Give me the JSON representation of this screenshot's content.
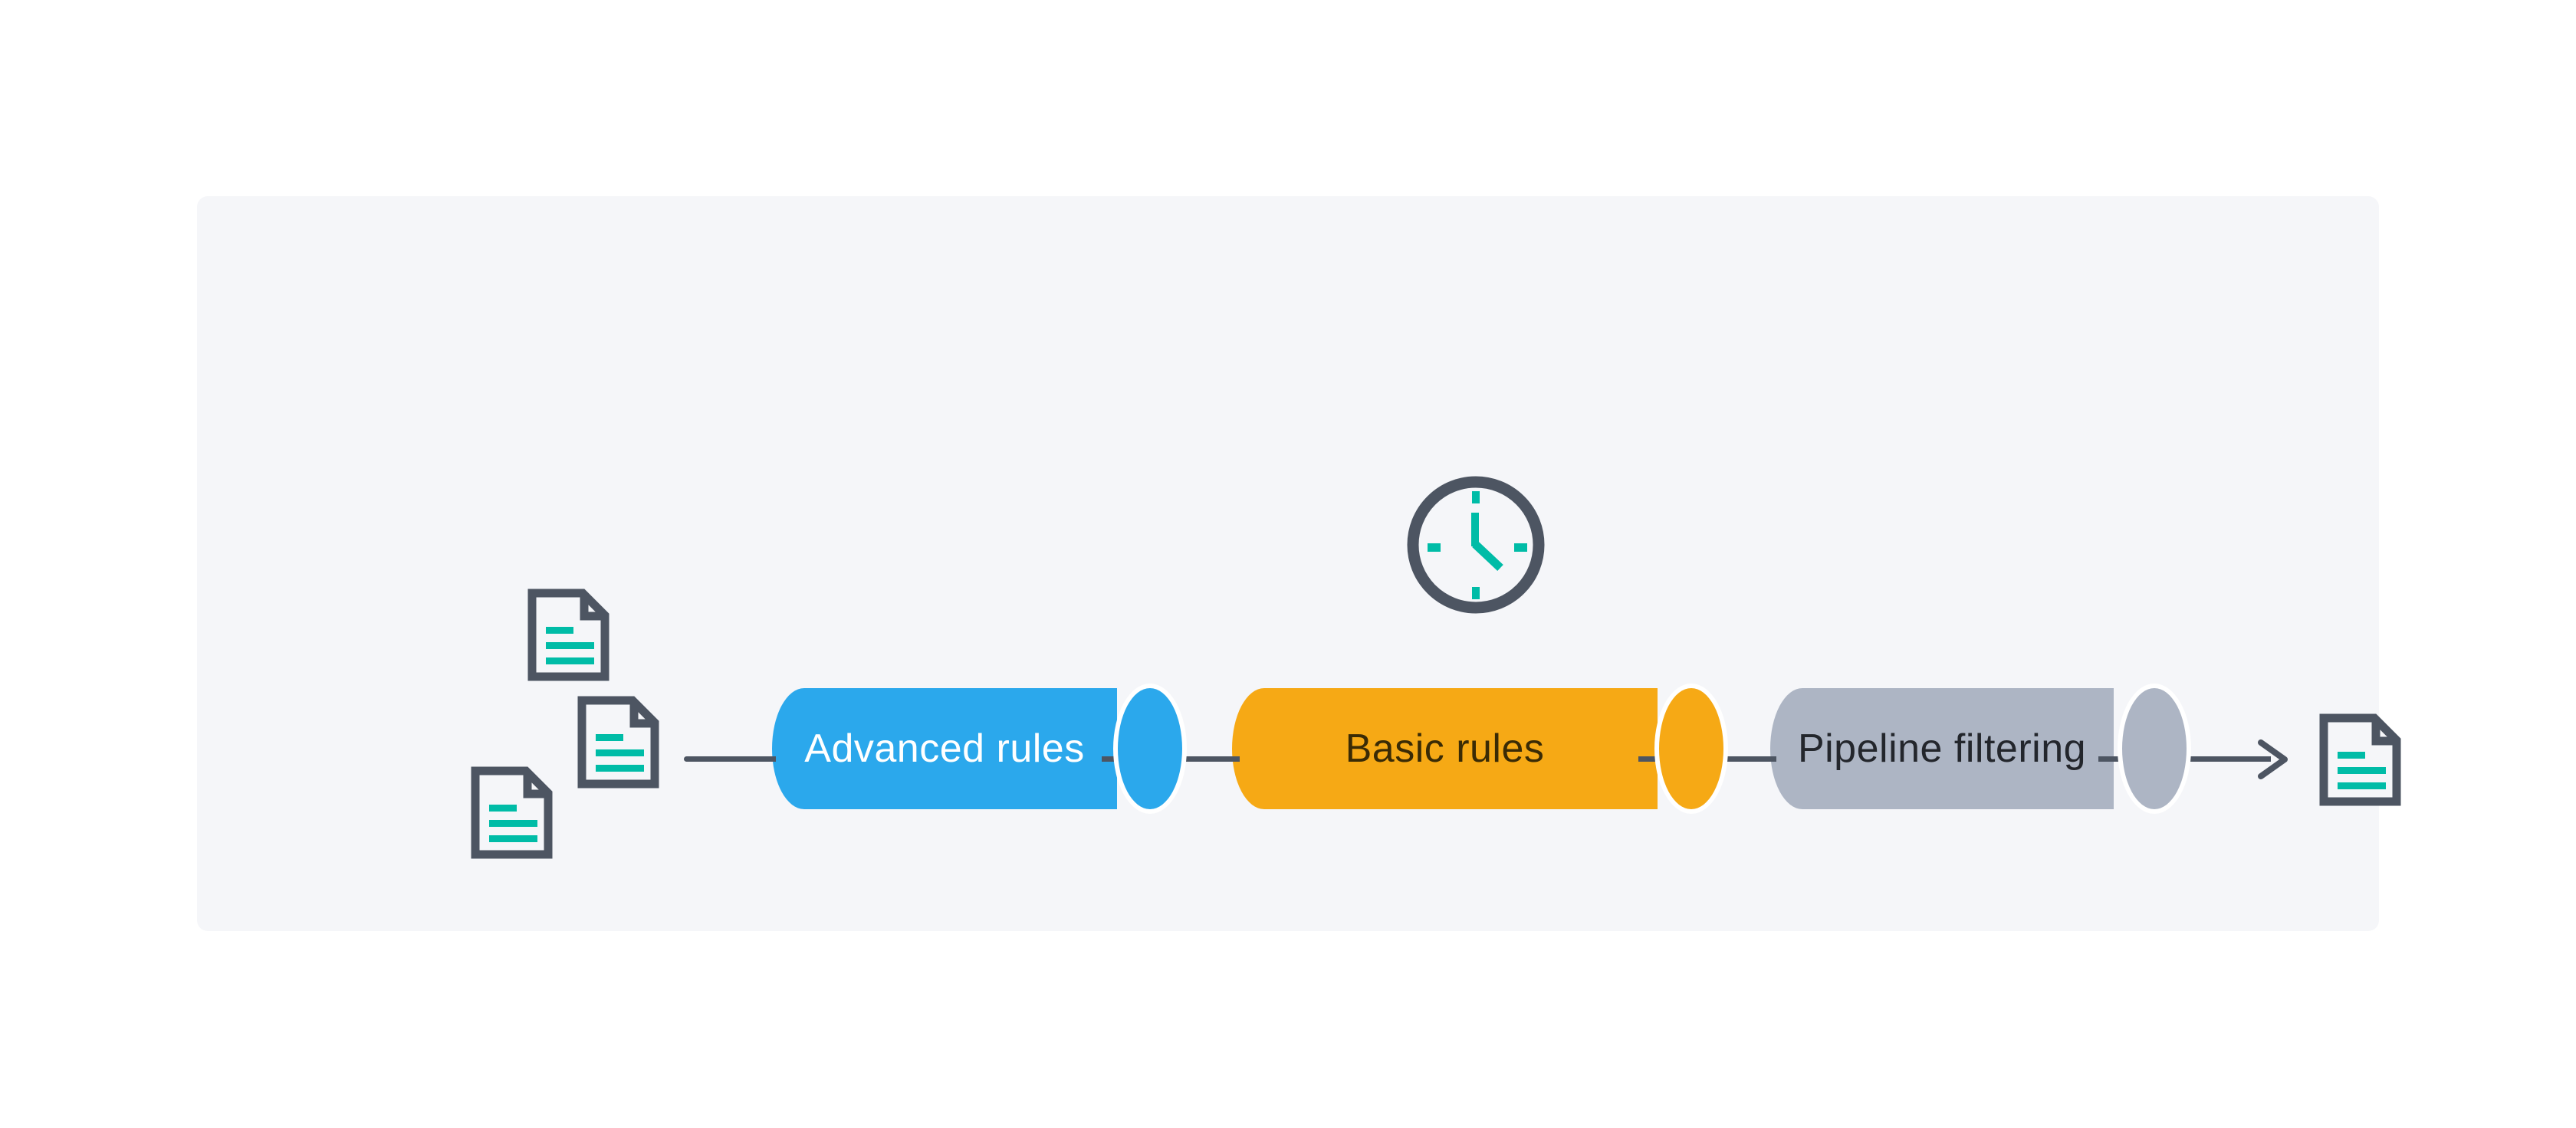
{
  "page": {
    "background": "#FFFFFF",
    "panel_background": "#F5F6F9"
  },
  "stages": [
    {
      "label": "Advanced rules",
      "fill": "#2BA8EC",
      "text_color": "#FFFFFF"
    },
    {
      "label": "Basic rules",
      "fill": "#F6A915",
      "text_color": "#3A2B05"
    },
    {
      "label": "Pipeline filtering",
      "fill": "#ADB5C4",
      "text_color": "#23262C"
    }
  ],
  "icons": {
    "input_documents_count": 3,
    "output_documents_count": 1,
    "document_icon": "document-icon",
    "clock_icon": "clock-icon",
    "arrow_icon": "arrow-right-icon"
  },
  "colors": {
    "outline_slate": "#4D5562",
    "accent_teal": "#00BCA7",
    "connector_line": "#4D5562",
    "cap_ring": "#FFFFFF"
  }
}
